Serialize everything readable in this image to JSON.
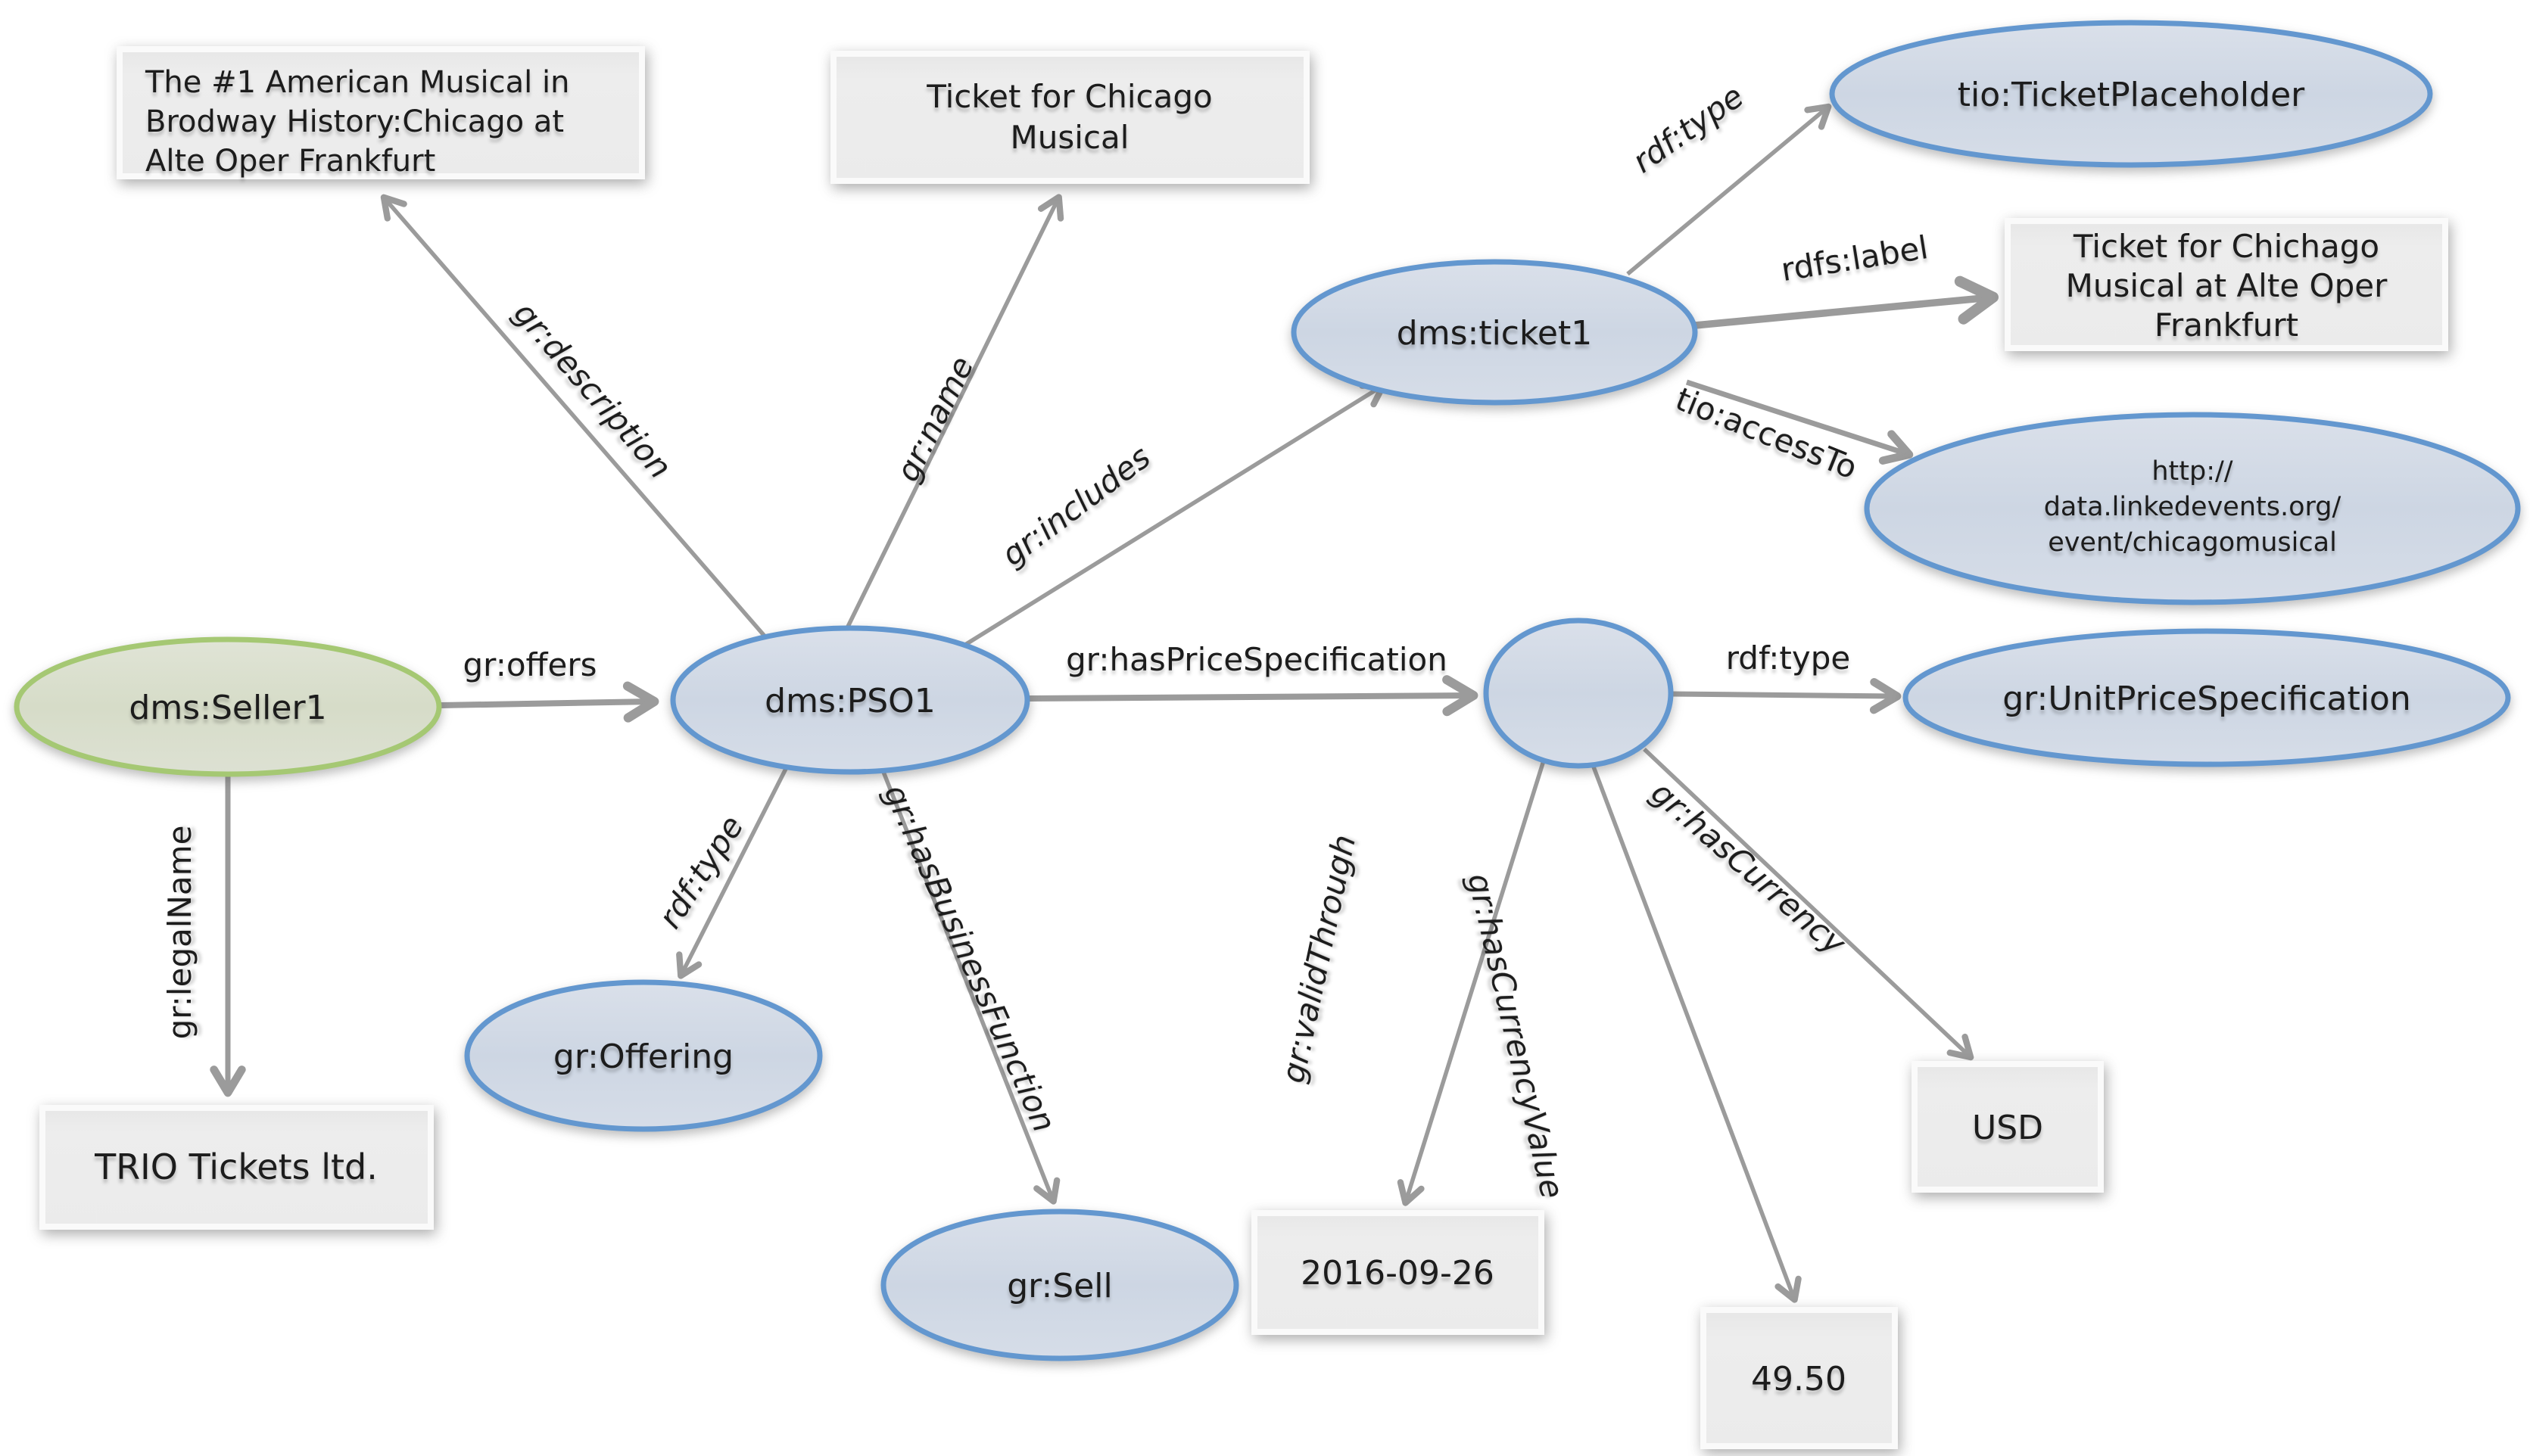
{
  "diagram": {
    "title_hint": "RDF graph of a GoodRelations ticket offering",
    "colors": {
      "resource_fill": "#d3dbe7",
      "resource_stroke": "#6397cf",
      "seller_fill": "#dbe0d0",
      "seller_stroke": "#a5c873",
      "literal_fill": "#ececec",
      "literal_border": "#fafafa",
      "arrow": "#9b9b9b",
      "text": "#1c1c1c"
    },
    "nodes": {
      "seller1": {
        "label": "dms:Seller1"
      },
      "pso1": {
        "label": "dms:PSO1"
      },
      "ticket1": {
        "label": "dms:ticket1"
      },
      "ticket_placeholder": {
        "label": "tio:TicketPlaceholder"
      },
      "access_uri": {
        "lines": [
          "http://",
          "data.linkedevents.org/",
          "event/chicagomusical"
        ]
      },
      "unit_price_specification": {
        "label": "gr:UnitPriceSpecification"
      },
      "offering": {
        "label": "gr:Offering"
      },
      "sell": {
        "label": "gr:Sell"
      },
      "blank_node": {
        "label": ""
      },
      "description_literal": {
        "lines": [
          "The #1 American Musical in",
          "Brodway History:Chicago at",
          "Alte Oper Frankfurt"
        ]
      },
      "name_literal": {
        "lines": [
          "Ticket for Chicago",
          "Musical"
        ]
      },
      "label_literal": {
        "lines": [
          "Ticket for Chichago",
          "Musical at Alte Oper",
          "Frankfurt"
        ]
      },
      "legal_name_literal": {
        "label": "TRIO Tickets ltd."
      },
      "valid_through_literal": {
        "label": "2016-09-26"
      },
      "currency_value_literal": {
        "label": "49.50"
      },
      "currency_literal": {
        "label": "USD"
      }
    },
    "edges": {
      "offers": {
        "label": "gr:offers"
      },
      "description": {
        "label": "gr:description"
      },
      "name": {
        "label": "gr:name"
      },
      "includes": {
        "label": "gr:includes"
      },
      "rdf_type_ticket": {
        "label": "rdf:type"
      },
      "rdfs_label": {
        "label": "rdfs:label"
      },
      "access_to": {
        "label": "tio:accessTo"
      },
      "has_price_specification": {
        "label": "gr:hasPriceSpecification"
      },
      "rdf_type_ups": {
        "label": "rdf:type"
      },
      "legal_name": {
        "label": "gr:legalName"
      },
      "rdf_type_offering": {
        "label": "rdf:type"
      },
      "has_business_function": {
        "label": "gr:hasBusinessFunction"
      },
      "valid_through": {
        "label": "gr:validThrough"
      },
      "has_currency_value": {
        "label": "gr:hasCurrencyValue"
      },
      "has_currency": {
        "label": "gr:hasCurrency"
      }
    }
  }
}
